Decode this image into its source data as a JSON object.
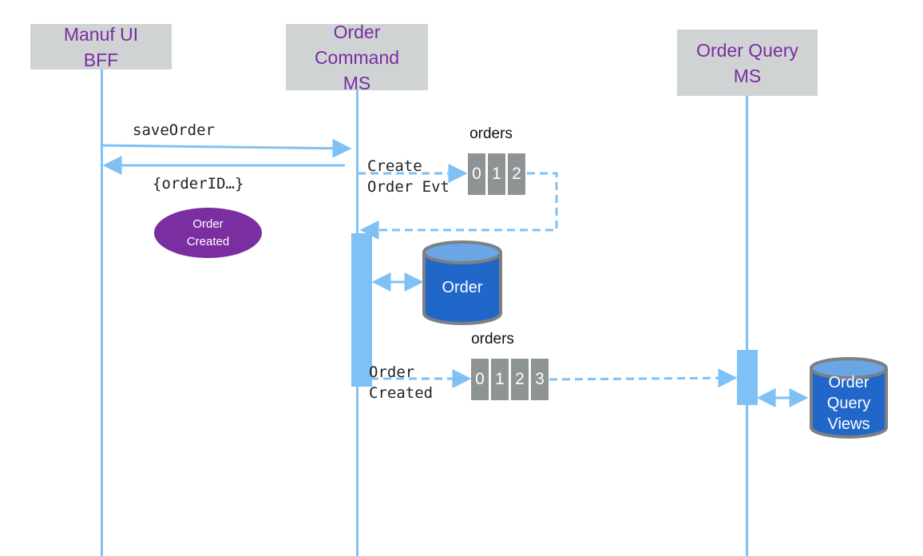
{
  "participants": {
    "bff": "Manuf UI\nBFF",
    "command": "Order\nCommand\nMS",
    "query": "Order Query\nMS"
  },
  "messages": {
    "save_order": "saveOrder",
    "order_id_reply": "{orderID…}",
    "create_order_evt": "Create\nOrder Evt",
    "order_created_evt": "Order\nCreated"
  },
  "badges": {
    "order_created": "Order\nCreated"
  },
  "topics": {
    "first": {
      "label": "orders",
      "partitions": [
        "0",
        "1",
        "2"
      ]
    },
    "second": {
      "label": "orders",
      "partitions": [
        "0",
        "1",
        "2",
        "3"
      ]
    }
  },
  "databases": {
    "order": "Order",
    "order_query_views": "Order\nQuery\nViews"
  },
  "colors": {
    "header_bg": "#cfd3d4",
    "header_text": "#7a2da0",
    "lifeline": "#7fc1f5",
    "partition": "#8e9394",
    "badge": "#7a2ea0",
    "db_body": "#2167c9",
    "db_top": "#6aa5e6",
    "db_rim": "#7c8082"
  }
}
